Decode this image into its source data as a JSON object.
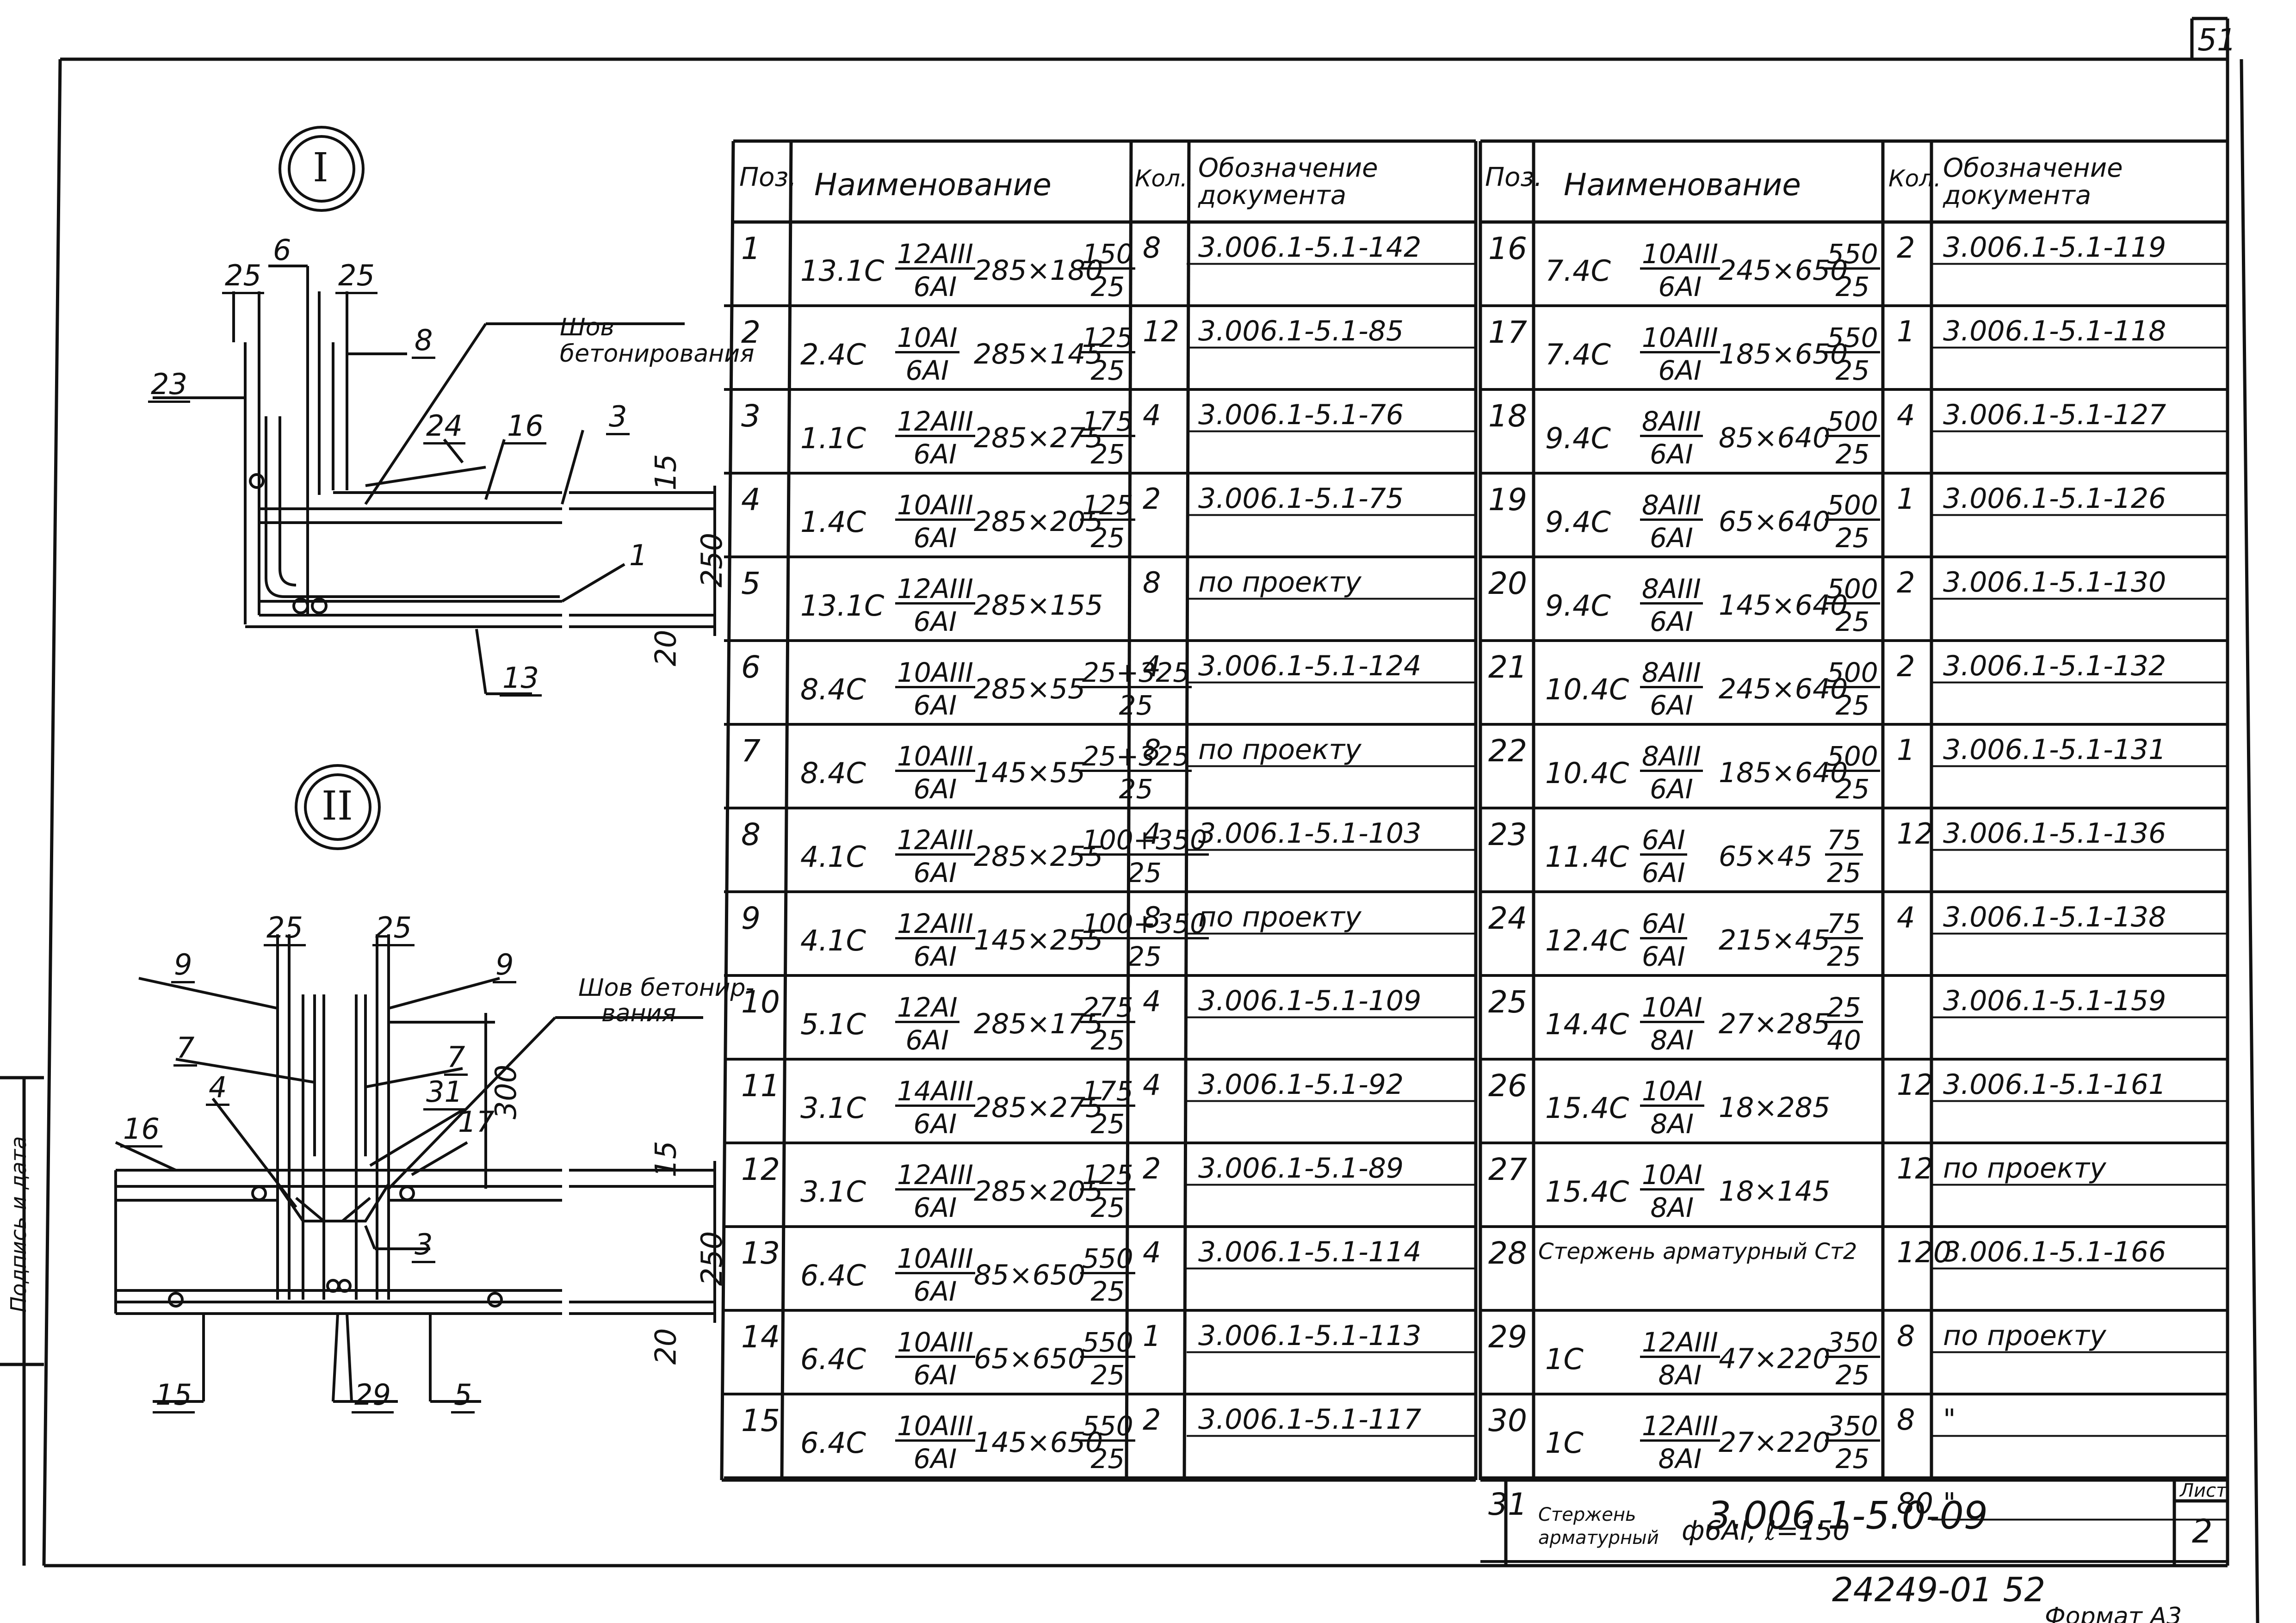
{
  "sheet_number_top": "51",
  "stamp": {
    "document_code": "3.006.1-5.0-09",
    "sheet_label": "Лист",
    "sheet_value": "2"
  },
  "inventory_number": "24249-01  52",
  "format_label": "Формат А3",
  "left_strip_text": "Подпись и дата",
  "section_I": {
    "marker": "I",
    "labels": {
      "p6": "6",
      "p25a": "25",
      "p25b": "25",
      "p8": "8",
      "p23": "23",
      "p24": "24",
      "p16": "16",
      "p3": "3",
      "p1": "1",
      "p13": "13",
      "d15": "15",
      "d250": "250",
      "d20": "20",
      "seam": "Шов бетонирования"
    }
  },
  "section_II": {
    "marker": "II",
    "labels": {
      "p25a": "25",
      "p25b": "25",
      "p9a": "9",
      "p9b": "9",
      "p7a": "7",
      "p7b": "7",
      "p4": "4",
      "p31": "31",
      "p16": "16",
      "p17": "17",
      "p3": "3",
      "p15": "15",
      "p29": "29",
      "p5": "5",
      "d300": "300",
      "d15": "15",
      "d250": "250",
      "d20": "20",
      "seam_1": "Шов бетонир-",
      "seam_2": "вания"
    }
  },
  "table": {
    "headers": {
      "pos": "Поз.",
      "name": "Наименование",
      "qty": "Кол.",
      "doc": "Обозначение документа"
    },
    "left_rows": [
      {
        "pos": "1",
        "prefix": "13.1С",
        "fn": "12АIII",
        "fd": "6АI",
        "mid": "285×180",
        "rn": "150",
        "rd": "25",
        "qty": "8",
        "doc": "3.006.1-5.1-142"
      },
      {
        "pos": "2",
        "prefix": "2.4С",
        "fn": "10АI",
        "fd": "6АI",
        "mid": "285×145",
        "rn": "125",
        "rd": "25",
        "qty": "12",
        "doc": "3.006.1-5.1-85"
      },
      {
        "pos": "3",
        "prefix": "1.1С",
        "fn": "12АIII",
        "fd": "6АI",
        "mid": "285×275",
        "rn": "175",
        "rd": "25",
        "qty": "4",
        "doc": "3.006.1-5.1-76"
      },
      {
        "pos": "4",
        "prefix": "1.4С",
        "fn": "10АIII",
        "fd": "6АI",
        "mid": "285×205",
        "rn": "125",
        "rd": "25",
        "qty": "2",
        "doc": "3.006.1-5.1-75"
      },
      {
        "pos": "5",
        "prefix": "13.1С",
        "fn": "12АIII",
        "fd": "6АI",
        "mid": "285×155",
        "rn": "",
        "rd": "",
        "qty": "8",
        "doc": "по проекту"
      },
      {
        "pos": "6",
        "prefix": "8.4С",
        "fn": "10АIII",
        "fd": "6АI",
        "mid": "285×55",
        "rn": "25+325",
        "rd": "25",
        "qty": "4",
        "doc": "3.006.1-5.1-124"
      },
      {
        "pos": "7",
        "prefix": "8.4С",
        "fn": "10АIII",
        "fd": "6АI",
        "mid": "145×55",
        "rn": "25+325",
        "rd": "25",
        "qty": "8",
        "doc": "по проекту"
      },
      {
        "pos": "8",
        "prefix": "4.1С",
        "fn": "12АIII",
        "fd": "6АI",
        "mid": "285×255",
        "rn": "100+350",
        "rd": "25",
        "qty": "4",
        "doc": "3.006.1-5.1-103"
      },
      {
        "pos": "9",
        "prefix": "4.1С",
        "fn": "12АIII",
        "fd": "6АI",
        "mid": "145×255",
        "rn": "100+350",
        "rd": "25",
        "qty": "8",
        "doc": "по проекту"
      },
      {
        "pos": "10",
        "prefix": "5.1С",
        "fn": "12АI",
        "fd": "6АI",
        "mid": "285×175",
        "rn": "275",
        "rd": "25",
        "qty": "4",
        "doc": "3.006.1-5.1-109"
      },
      {
        "pos": "11",
        "prefix": "3.1С",
        "fn": "14АIII",
        "fd": "6АI",
        "mid": "285×275",
        "rn": "175",
        "rd": "25",
        "qty": "4",
        "doc": "3.006.1-5.1-92"
      },
      {
        "pos": "12",
        "prefix": "3.1С",
        "fn": "12АIII",
        "fd": "6АI",
        "mid": "285×205",
        "rn": "125",
        "rd": "25",
        "qty": "2",
        "doc": "3.006.1-5.1-89"
      },
      {
        "pos": "13",
        "prefix": "6.4С",
        "fn": "10АIII",
        "fd": "6АI",
        "mid": "85×650",
        "rn": "550",
        "rd": "25",
        "qty": "4",
        "doc": "3.006.1-5.1-114"
      },
      {
        "pos": "14",
        "prefix": "6.4С",
        "fn": "10АIII",
        "fd": "6АI",
        "mid": "65×650",
        "rn": "550",
        "rd": "25",
        "qty": "1",
        "doc": "3.006.1-5.1-113"
      },
      {
        "pos": "15",
        "prefix": "6.4С",
        "fn": "10АIII",
        "fd": "6АI",
        "mid": "145×650",
        "rn": "550",
        "rd": "25",
        "qty": "2",
        "doc": "3.006.1-5.1-117"
      }
    ],
    "right_rows": [
      {
        "pos": "16",
        "prefix": "7.4С",
        "fn": "10АIII",
        "fd": "6АI",
        "mid": "245×650",
        "rn": "550",
        "rd": "25",
        "qty": "2",
        "doc": "3.006.1-5.1-119"
      },
      {
        "pos": "17",
        "prefix": "7.4С",
        "fn": "10АIII",
        "fd": "6АI",
        "mid": "185×650",
        "rn": "550",
        "rd": "25",
        "qty": "1",
        "doc": "3.006.1-5.1-118"
      },
      {
        "pos": "18",
        "prefix": "9.4С",
        "fn": "8АIII",
        "fd": "6АI",
        "mid": "85×640",
        "rn": "500",
        "rd": "25",
        "qty": "4",
        "doc": "3.006.1-5.1-127"
      },
      {
        "pos": "19",
        "prefix": "9.4С",
        "fn": "8АIII",
        "fd": "6АI",
        "mid": "65×640",
        "rn": "500",
        "rd": "25",
        "qty": "1",
        "doc": "3.006.1-5.1-126"
      },
      {
        "pos": "20",
        "prefix": "9.4С",
        "fn": "8АIII",
        "fd": "6АI",
        "mid": "145×640",
        "rn": "500",
        "rd": "25",
        "qty": "2",
        "doc": "3.006.1-5.1-130"
      },
      {
        "pos": "21",
        "prefix": "10.4С",
        "fn": "8АIII",
        "fd": "6АI",
        "mid": "245×640",
        "rn": "500",
        "rd": "25",
        "qty": "2",
        "doc": "3.006.1-5.1-132"
      },
      {
        "pos": "22",
        "prefix": "10.4С",
        "fn": "8АIII",
        "fd": "6АI",
        "mid": "185×640",
        "rn": "500",
        "rd": "25",
        "qty": "1",
        "doc": "3.006.1-5.1-131"
      },
      {
        "pos": "23",
        "prefix": "11.4С",
        "fn": "6АI",
        "fd": "6АI",
        "mid": "65×45",
        "rn": "75",
        "rd": "25",
        "qty": "12",
        "doc": "3.006.1-5.1-136"
      },
      {
        "pos": "24",
        "prefix": "12.4С",
        "fn": "6АI",
        "fd": "6АI",
        "mid": "215×45",
        "rn": "75",
        "rd": "25",
        "qty": "4",
        "doc": "3.006.1-5.1-138"
      },
      {
        "pos": "25",
        "prefix": "14.4С",
        "fn": "10АI",
        "fd": "8АI",
        "mid": "27×285",
        "rn": "25",
        "rd": "40",
        "qty": "",
        "doc": "3.006.1-5.1-159"
      },
      {
        "pos": "26",
        "prefix": "15.4С",
        "fn": "10АI",
        "fd": "8АI",
        "mid": "18×285",
        "rn": "",
        "rd": "",
        "qty": "12",
        "doc": "3.006.1-5.1-161"
      },
      {
        "pos": "27",
        "prefix": "15.4С",
        "fn": "10АI",
        "fd": "8АI",
        "mid": "18×145",
        "rn": "",
        "rd": "",
        "qty": "12",
        "doc": "по проекту"
      },
      {
        "pos": "28",
        "text": "Стержень арматурный Ст2",
        "qty": "120",
        "doc": "3.006.1-5.1-166"
      },
      {
        "pos": "29",
        "prefix": "1С",
        "fn": "12АIII",
        "fd": "8АI",
        "mid": "47×220",
        "rn": "350",
        "rd": "25",
        "qty": "8",
        "doc": "по проекту"
      },
      {
        "pos": "30",
        "prefix": "1С",
        "fn": "12АIII",
        "fd": "8АI",
        "mid": "27×220",
        "rn": "350",
        "rd": "25",
        "qty": "8",
        "doc": "\""
      },
      {
        "pos": "31",
        "text_top": "Стержень",
        "text_bottom": "арматурный",
        "text_tail": "ф6АI, ℓ=150",
        "qty": "80",
        "doc": "\""
      }
    ]
  }
}
